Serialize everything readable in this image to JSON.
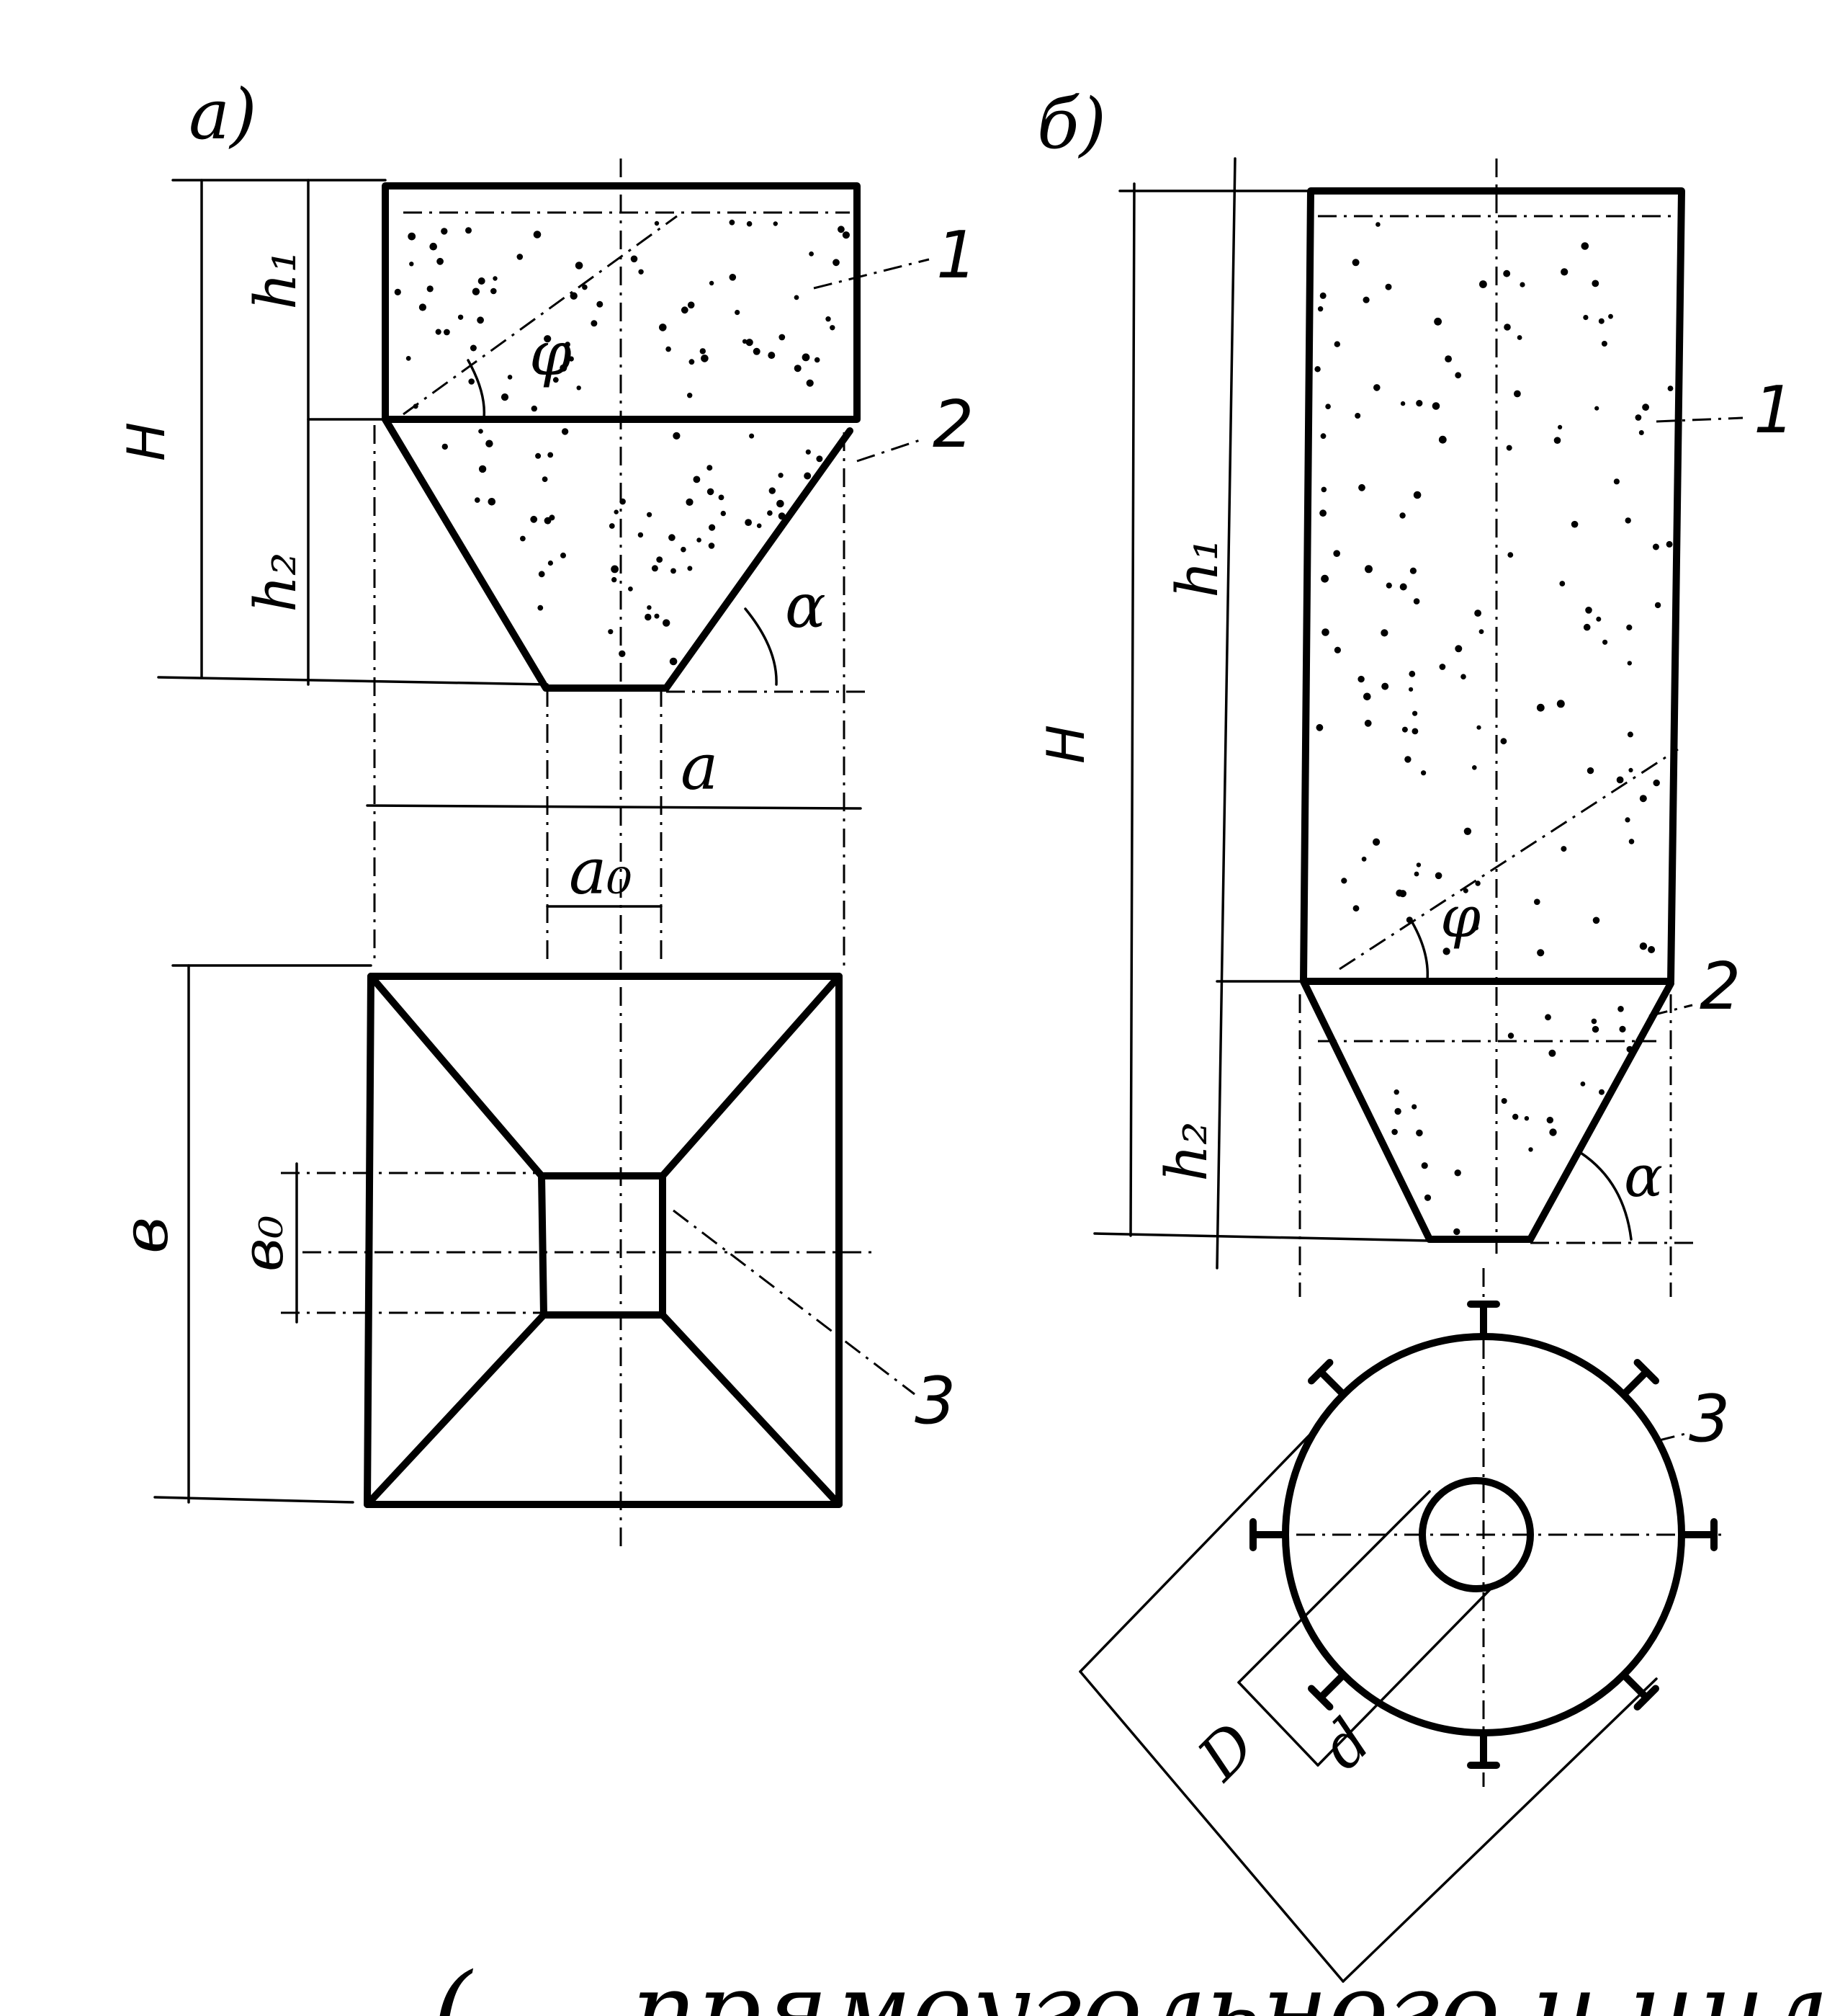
{
  "panels": {
    "a": {
      "title": "а)",
      "dims": {
        "H": "H",
        "h1": "h₁",
        "h2": "h₂",
        "a": "a",
        "a0": "a₀",
        "b": "в",
        "b0": "в₀"
      },
      "angles": {
        "phi": "φ",
        "alpha": "α"
      },
      "callouts": {
        "c1": "1",
        "c2": "2",
        "c3": "3"
      }
    },
    "b": {
      "title": "б)",
      "dims": {
        "H": "H",
        "h1": "h₁",
        "h2": "h₂",
        "D": "D",
        "d": "d"
      },
      "angles": {
        "phi": "φ",
        "alpha": "α"
      },
      "callouts": {
        "c1": "1",
        "c2": "2",
        "c3": "3"
      }
    }
  },
  "caption_fragment": "( ... прямоугольного и цилиндрическо"
}
